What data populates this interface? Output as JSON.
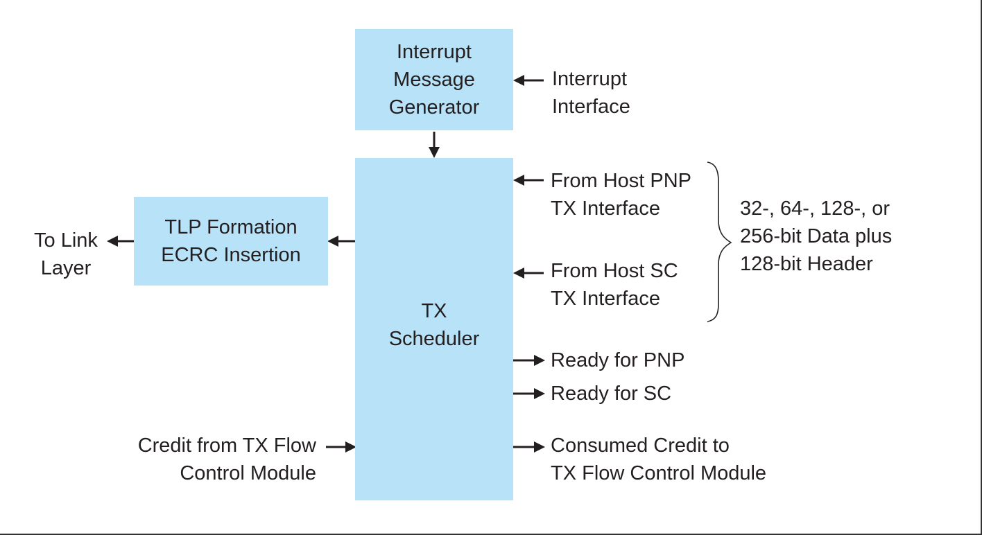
{
  "blocks": {
    "interrupt_generator": [
      "Interrupt",
      "Message",
      "Generator"
    ],
    "tx_scheduler": [
      "TX",
      "Scheduler"
    ],
    "tlp_formation": [
      "TLP Formation",
      "ECRC Insertion"
    ]
  },
  "signals": {
    "interrupt_interface": [
      "Interrupt",
      "Interface"
    ],
    "host_pnp": [
      "From Host PNP",
      "TX Interface"
    ],
    "host_sc": [
      "From Host SC",
      "TX Interface"
    ],
    "data_width_note": [
      "32-, 64-, 128-, or",
      "256-bit Data plus",
      "128-bit Header"
    ],
    "ready_pnp": "Ready for PNP",
    "ready_sc": "Ready for SC",
    "consumed_credit": [
      "Consumed Credit to",
      "TX Flow Control Module"
    ],
    "credit_from_tx": [
      "Credit from TX Flow",
      "Control Module"
    ],
    "to_link_layer": [
      "To Link",
      "Layer"
    ]
  },
  "colors": {
    "block_fill": "#b8e2f7",
    "line": "#231f20"
  }
}
